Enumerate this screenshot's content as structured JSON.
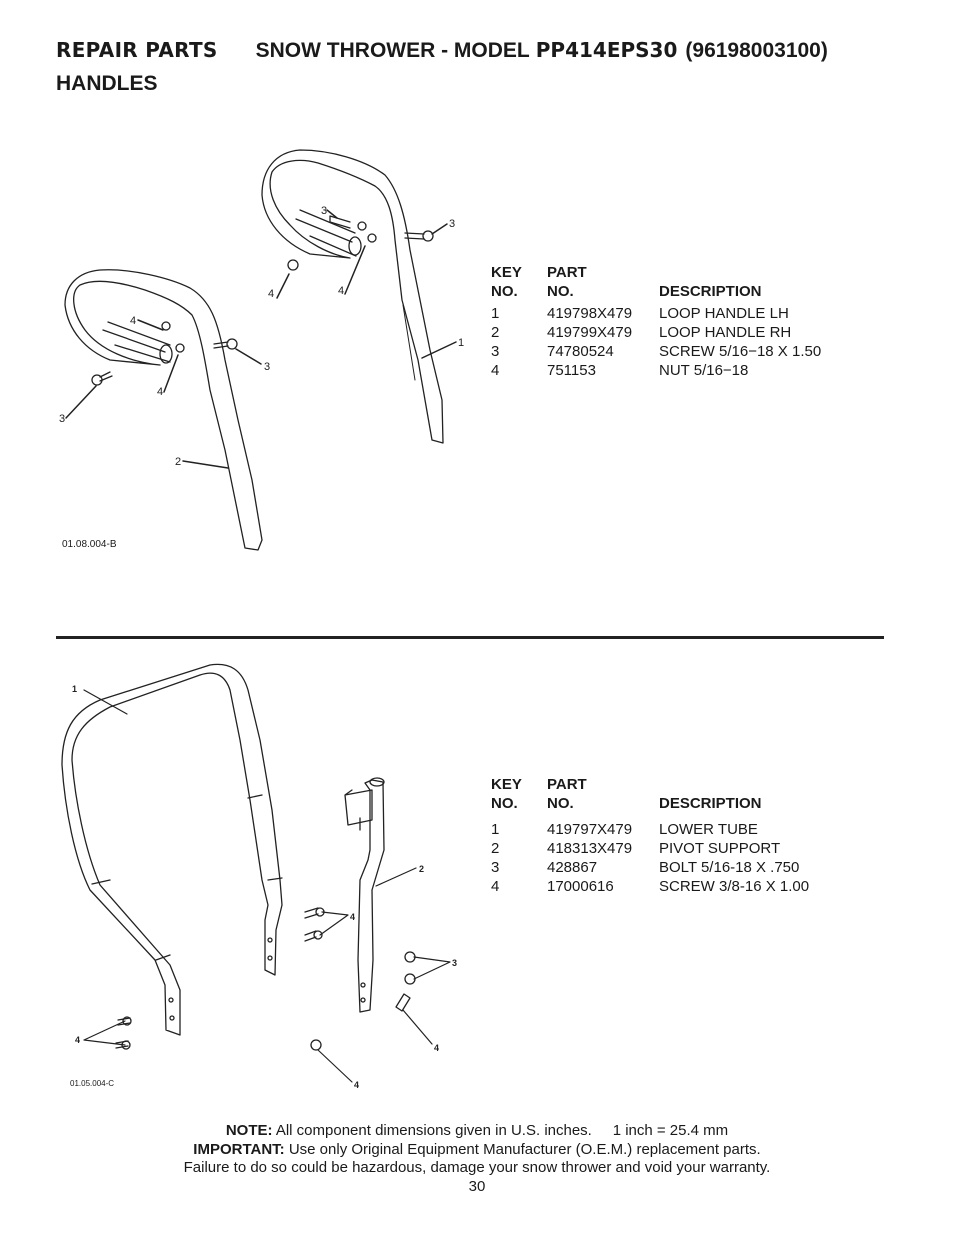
{
  "header": {
    "section": "REPAIR PARTS",
    "product": "SNOW THROWER - MODEL",
    "model_no": "PP414EPS30",
    "part_no": "(96198003100)",
    "subtitle": "HANDLES"
  },
  "diagram1": {
    "code": "01.08.004-B",
    "callouts": [
      "3",
      "3",
      "4",
      "4",
      "1",
      "4",
      "4",
      "3",
      "3",
      "2"
    ]
  },
  "table1": {
    "headers": {
      "key_line1": "KEY",
      "key_line2": "NO.",
      "part_line1": "PART",
      "part_line2": "NO.",
      "desc": "DESCRIPTION"
    },
    "rows": [
      {
        "key": "1",
        "part": "419798X479",
        "desc": "LOOP HANDLE LH"
      },
      {
        "key": "2",
        "part": "419799X479",
        "desc": "LOOP HANDLE RH"
      },
      {
        "key": "3",
        "part": "74780524",
        "desc": "SCREW 5/16−18 X 1.50"
      },
      {
        "key": "4",
        "part": "751153",
        "desc": "NUT 5/16−18"
      }
    ]
  },
  "diagram2": {
    "code": "01.05.004-C",
    "callouts": [
      "1",
      "2",
      "4",
      "3",
      "4",
      "4",
      "4"
    ]
  },
  "table2": {
    "headers": {
      "key_line1": "KEY",
      "key_line2": "NO.",
      "part_line1": "PART",
      "part_line2": "NO.",
      "desc": "DESCRIPTION"
    },
    "rows": [
      {
        "key": "1",
        "part": "419797X479",
        "desc": "LOWER TUBE"
      },
      {
        "key": "2",
        "part": "418313X479",
        "desc": "PIVOT SUPPORT"
      },
      {
        "key": "3",
        "part": "428867",
        "desc": "BOLT 5/16-18 X .750"
      },
      {
        "key": "4",
        "part": "17000616",
        "desc": "SCREW 3/8-16 X 1.00"
      }
    ]
  },
  "footer": {
    "note_label": "NOTE:",
    "note_text": "All component dimensions given in U.S. inches.",
    "conversion": "1 inch = 25.4 mm",
    "important_label": "IMPORTANT:",
    "important_text": "Use only Original Equipment Manufacturer (O.E.M.) replacement parts.",
    "warning": "Failure to do so could be hazardous, damage your snow thrower and void your warranty.",
    "page_number": "30"
  }
}
